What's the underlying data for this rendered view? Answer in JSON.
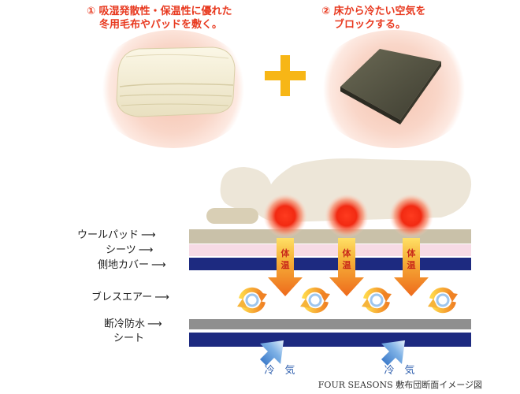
{
  "steps": [
    {
      "line1": "① 吸湿発散性・保温性に優れた",
      "line2": "冬用毛布やパッドを敷く。"
    },
    {
      "line1": "② 床から冷たい空気を",
      "line2": "ブロックする。"
    }
  ],
  "layers": [
    {
      "label": "ウールパッド",
      "arrow": "⟶"
    },
    {
      "label": "シーツ",
      "arrow": "⟶"
    },
    {
      "label": "側地カバー",
      "arrow": "⟶"
    },
    {
      "label": "ブレスエアー",
      "arrow": "⟶"
    },
    {
      "label": "断冷防水",
      "arrow": "⟶"
    },
    {
      "label": "シート",
      "arrow": ""
    }
  ],
  "heat_label": "体温",
  "cold_label": "冷　気",
  "caption": "FOUR SEASONS 敷布団断面イメージ図",
  "colors": {
    "title": "#e8391f",
    "wool": "#c9c1a9",
    "sheet": "#f7dbe5",
    "cover": "#1d2a80",
    "waterproof_gray": "#8f8f8f",
    "waterproof_navy": "#1d2a80",
    "heat": "#f08224",
    "cold": "#3a7fcf"
  },
  "icons": [
    "plus-icon",
    "blanket-image",
    "mat-image",
    "person-silhouette",
    "body-heat-icon",
    "heat-arrow-icon",
    "airflow-cycle-icon",
    "cold-air-arrow-icon"
  ]
}
